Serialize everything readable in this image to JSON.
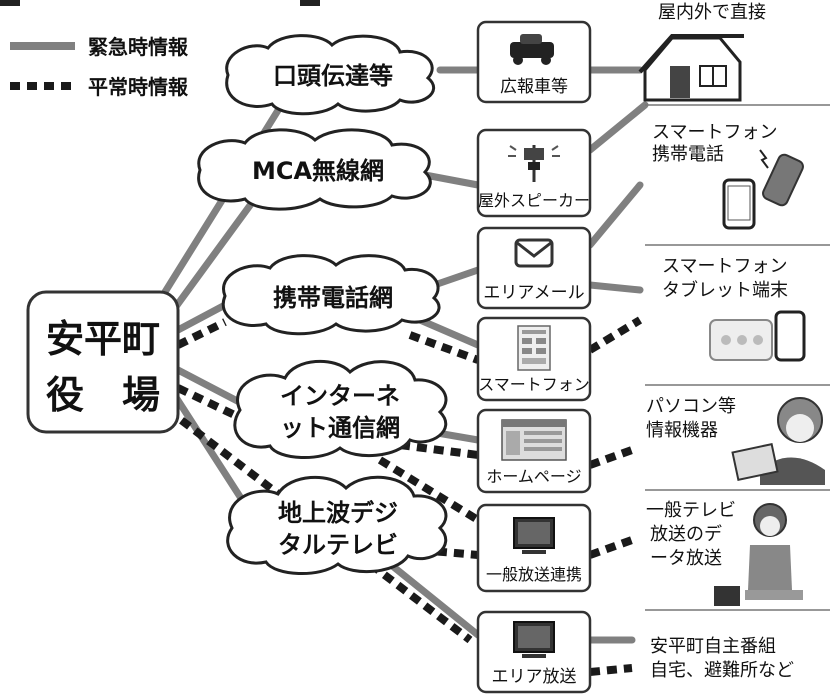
{
  "legend": {
    "emergency_label": "緊急時情報",
    "normal_label": "平常時情報"
  },
  "origin": {
    "line1": "安平町",
    "line2": "役　場"
  },
  "networks": [
    {
      "id": "oral",
      "lines": [
        "口頭伝達等"
      ]
    },
    {
      "id": "mca",
      "lines": [
        "MCA無線網"
      ]
    },
    {
      "id": "mobile",
      "lines": [
        "携帯電話網"
      ]
    },
    {
      "id": "internet",
      "lines": [
        "インターネ",
        "ット通信網"
      ]
    },
    {
      "id": "digital-tv",
      "lines": [
        "地上波デジ",
        "タルテレビ"
      ]
    }
  ],
  "media": [
    {
      "id": "pr-vehicle",
      "label": "広報車等",
      "icon": "pr-vehicle-icon"
    },
    {
      "id": "outdoor-speaker",
      "label": "屋外スピーカー",
      "icon": "speaker-tower-icon"
    },
    {
      "id": "area-mail",
      "label": "エリアメール",
      "icon": "envelope-icon"
    },
    {
      "id": "smartphone",
      "label": "スマートフォン",
      "icon": "smartphone-app-icon"
    },
    {
      "id": "homepage",
      "label": "ホームページ",
      "icon": "webpage-icon"
    },
    {
      "id": "general-broadcast",
      "label": "一般放送連携",
      "icon": "tv-icon"
    },
    {
      "id": "area-broadcast",
      "label": "エリア放送",
      "icon": "tv-icon"
    }
  ],
  "receivers": [
    {
      "id": "direct",
      "lines": [
        "屋内外で直接"
      ]
    },
    {
      "id": "phone",
      "lines": [
        "スマートフォン",
        "携帯電話"
      ]
    },
    {
      "id": "tablet",
      "lines": [
        "スマートフォン",
        "タブレット端末"
      ]
    },
    {
      "id": "pc",
      "lines": [
        "パソコン等",
        "情報機器"
      ]
    },
    {
      "id": "tv-data",
      "lines": [
        "一般テレビ",
        "放送のデ",
        "ータ放送"
      ]
    },
    {
      "id": "own-program",
      "lines": [
        "安平町自主番組",
        "自宅、避難所など"
      ]
    }
  ],
  "colors": {
    "emergency_line": "#808080",
    "normal_line": "#1a1a1a",
    "box_border": "#333333",
    "cloud_border": "#222222"
  }
}
